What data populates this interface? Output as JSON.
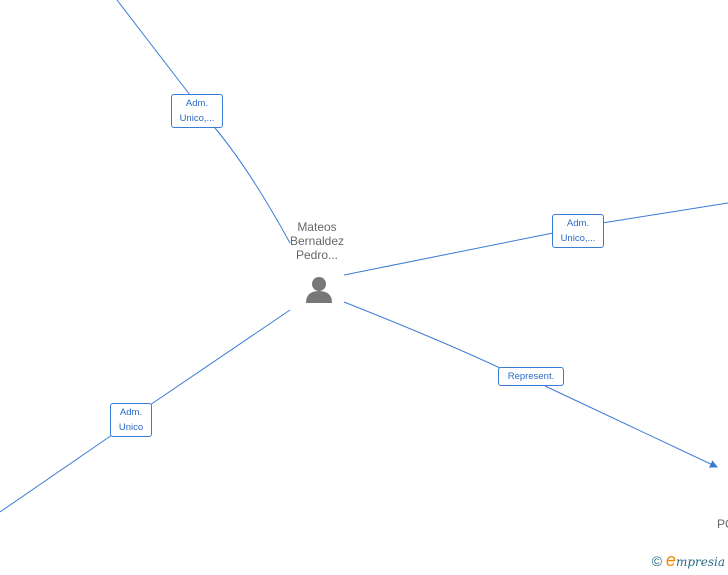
{
  "center_node": {
    "name": "Mateos Bernaldez Pedro...",
    "icon": "person-icon"
  },
  "edges": [
    {
      "label": "Adm. Unico,..."
    },
    {
      "label": "Adm. Unico,..."
    },
    {
      "label": "Adm. Unico"
    },
    {
      "label": "Represent."
    }
  ],
  "partial_node": {
    "name": "PC"
  },
  "footer": {
    "copyright": "©",
    "brand_initial": "e",
    "brand_rest": "mpresia"
  },
  "colors": {
    "edge": "#3a7bd5",
    "node_text": "#666666",
    "brand": "#f08a00"
  }
}
